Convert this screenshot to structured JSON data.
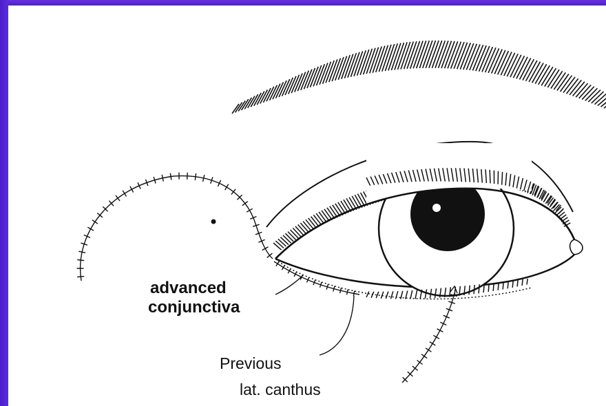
{
  "labels": {
    "advanced_line1": "advanced",
    "advanced_line2": "conjunctiva",
    "previous_line1": "Previous",
    "previous_line2": "lat. canthus"
  },
  "colors": {
    "background": "#3a1fbf",
    "canvas": "#ffffff",
    "ink": "#111111"
  }
}
